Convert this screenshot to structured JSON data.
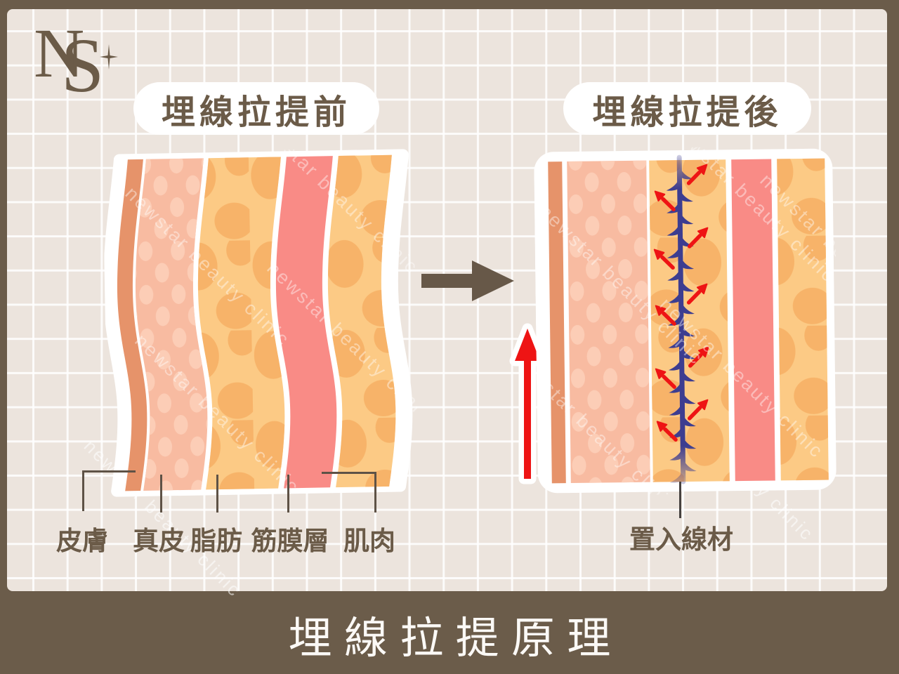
{
  "logo": {
    "n": "N",
    "s": "S"
  },
  "before_panel": {
    "title": "埋線拉提前",
    "layers": [
      "皮膚",
      "真皮",
      "脂肪",
      "筋膜層",
      "肌肉"
    ]
  },
  "after_panel": {
    "title": "埋線拉提後",
    "thread_label": "置入線材"
  },
  "footer_title": "埋線拉提原理",
  "watermark": "newstar beauty clinic",
  "colors": {
    "frame_brown": "#6b5c4a",
    "panel_beige": "#ece4dd",
    "text_brown": "#6b5b48",
    "skin": "#e6936a",
    "dermis": "#f8bba1",
    "dermis_dot": "#fccdb6",
    "fat": "#fcca85",
    "fat_blob": "#f6ae62",
    "fascia": "#f98b86",
    "muscle": "#fcca85",
    "thread_blue": "#3d3d90",
    "arrow_red": "#ee1414",
    "arrow_brown": "#675848",
    "title_white": "#fbf9f6"
  }
}
